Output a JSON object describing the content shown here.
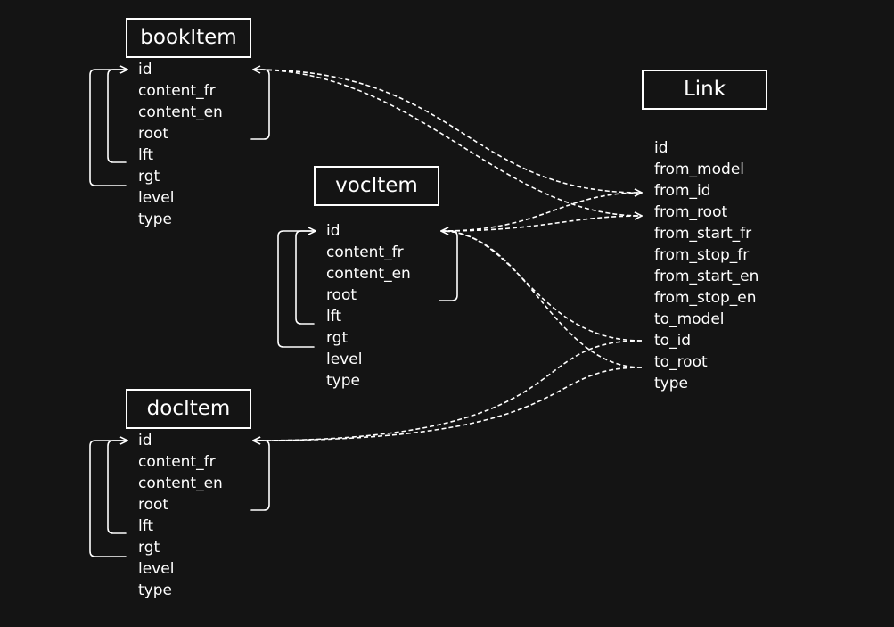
{
  "entities": {
    "bookItem": {
      "title": "bookItem",
      "fields": [
        "id",
        "content_fr",
        "content_en",
        "root",
        "lft",
        "rgt",
        "level",
        "type"
      ]
    },
    "vocItem": {
      "title": "vocItem",
      "fields": [
        "id",
        "content_fr",
        "content_en",
        "root",
        "lft",
        "rgt",
        "level",
        "type"
      ]
    },
    "docItem": {
      "title": "docItem",
      "fields": [
        "id",
        "content_fr",
        "content_en",
        "root",
        "lft",
        "rgt",
        "level",
        "type"
      ]
    },
    "Link": {
      "title": "Link",
      "fields": [
        "id",
        "from_model",
        "from_id",
        "from_root",
        "from_start_fr",
        "from_stop_fr",
        "from_start_en",
        "from_stop_en",
        "to_model",
        "to_id",
        "to_root",
        "type"
      ]
    }
  },
  "relations": {
    "self": [
      {
        "entity": "bookItem",
        "from": "root",
        "to": "id",
        "style": "solid"
      },
      {
        "entity": "bookItem",
        "from": "lft",
        "to": "id",
        "style": "solid"
      },
      {
        "entity": "bookItem",
        "from": "rgt",
        "to": "id",
        "style": "solid"
      },
      {
        "entity": "vocItem",
        "from": "root",
        "to": "id",
        "style": "solid"
      },
      {
        "entity": "vocItem",
        "from": "lft",
        "to": "id",
        "style": "solid"
      },
      {
        "entity": "vocItem",
        "from": "rgt",
        "to": "id",
        "style": "solid"
      },
      {
        "entity": "docItem",
        "from": "root",
        "to": "id",
        "style": "solid"
      },
      {
        "entity": "docItem",
        "from": "lft",
        "to": "id",
        "style": "solid"
      },
      {
        "entity": "docItem",
        "from": "rgt",
        "to": "id",
        "style": "solid"
      }
    ],
    "cross": [
      {
        "from": "bookItem.id",
        "to": "Link.from_id",
        "style": "dashed"
      },
      {
        "from": "bookItem.id",
        "to": "Link.from_root",
        "style": "dashed"
      },
      {
        "from": "vocItem.id",
        "to": "Link.from_id",
        "style": "dashed"
      },
      {
        "from": "vocItem.id",
        "to": "Link.from_root",
        "style": "dashed"
      },
      {
        "from": "Link.to_id",
        "to": "vocItem.id",
        "style": "dashed"
      },
      {
        "from": "Link.to_root",
        "to": "vocItem.id",
        "style": "dashed"
      },
      {
        "from": "Link.to_id",
        "to": "docItem.id",
        "style": "dashed"
      },
      {
        "from": "Link.to_root",
        "to": "docItem.id",
        "style": "dashed"
      }
    ]
  },
  "colors": {
    "background": "#141414",
    "line": "#ffffff"
  }
}
